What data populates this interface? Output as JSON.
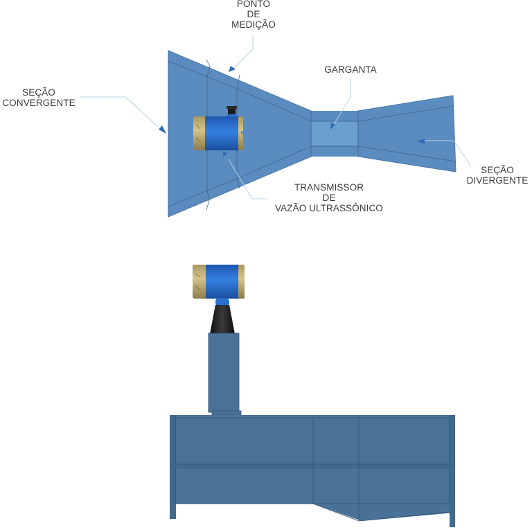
{
  "labels": {
    "measurement_point": [
      "PONTO",
      "DE",
      "MEDIÇÃO"
    ],
    "convergent_section": [
      "SEÇÃO",
      "CONVERGENTE"
    ],
    "throat": [
      "GARGANTA"
    ],
    "divergent_section": [
      "SEÇÃO",
      "DIVERGENTE"
    ],
    "ultrasonic_transmitter": [
      "TRANSMISSOR",
      "DE",
      "VAZÃO ULTRASSÔNICO"
    ]
  },
  "colors": {
    "channel_top": "#5b8cbf",
    "channel_throat": "#6b9fcf",
    "channel_edge": "#3d6690",
    "side_view": "#4a7299",
    "side_edge": "#2f4f70",
    "transmitter_body": "#2a6fd0",
    "transmitter_cap": "#c8b67a",
    "leader_line": "#b8d0e6",
    "arrow": "#2f6db0",
    "text": "#3a3a3a"
  }
}
